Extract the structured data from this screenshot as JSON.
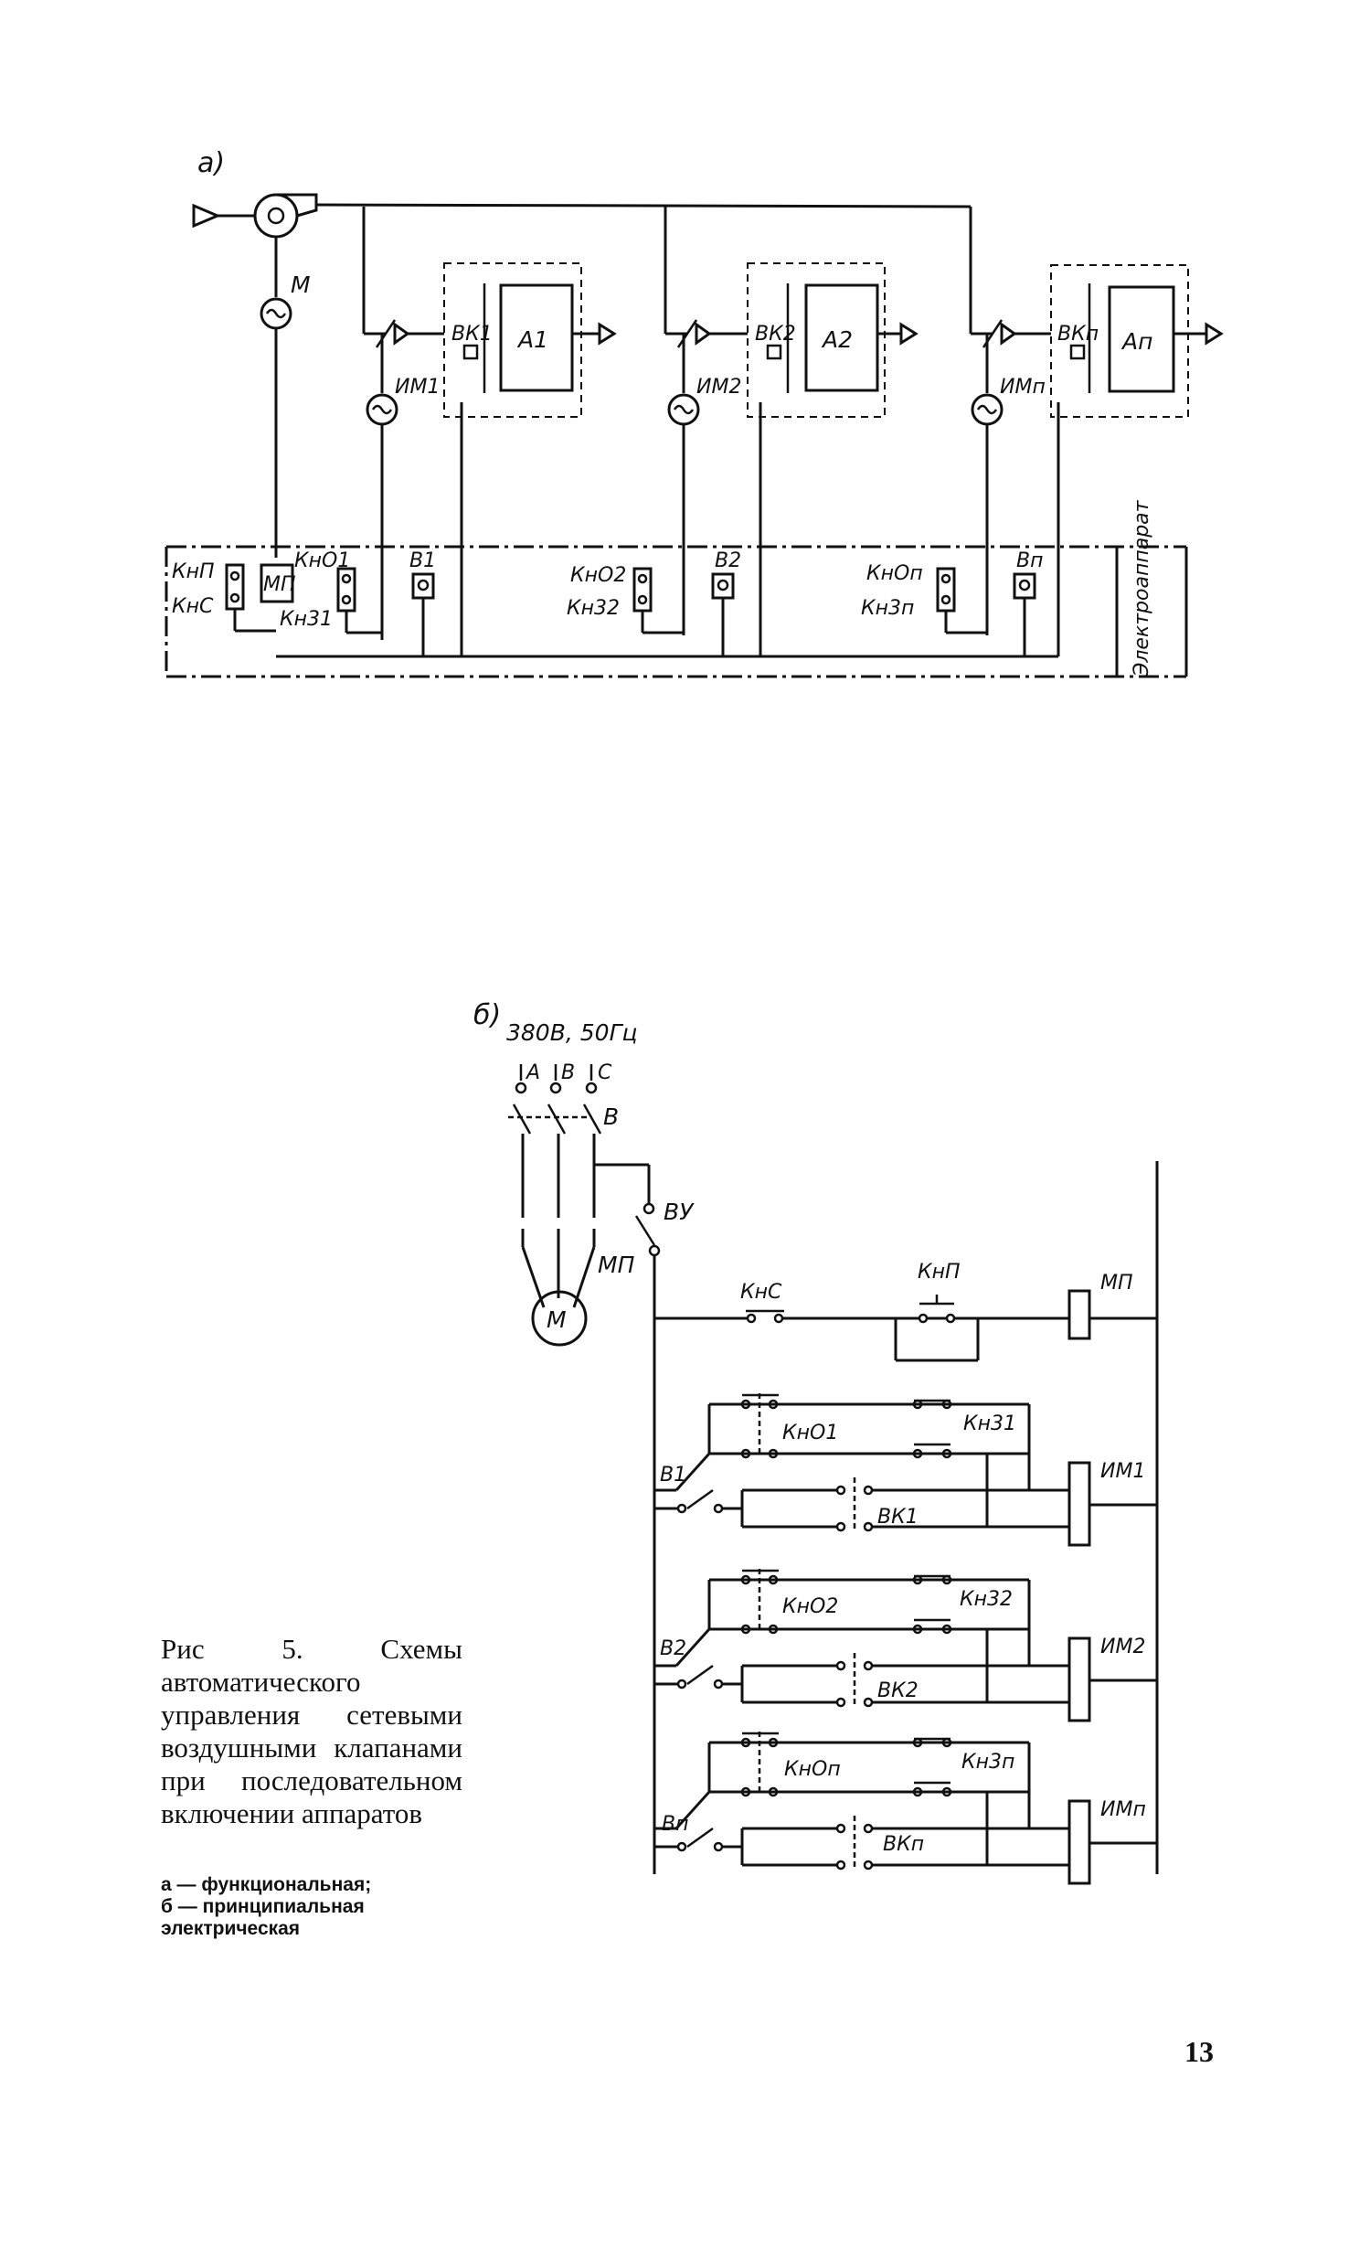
{
  "diagram_a": {
    "panel_label": "а)",
    "motor_label": "М",
    "units": [
      {
        "valve": "ИМ1",
        "switch": "ВК1",
        "apparatus": "А1",
        "switch_v": "В1",
        "btn_open": "КнО1",
        "btn_close": "Кн31"
      },
      {
        "valve": "ИМ2",
        "switch": "ВК2",
        "apparatus": "А2",
        "switch_v": "В2",
        "btn_open": "КнО2",
        "btn_close": "Кн32"
      },
      {
        "valve": "ИМп",
        "switch": "ВКп",
        "apparatus": "Ап",
        "switch_v": "Вп",
        "btn_open": "КнОп",
        "btn_close": "Кн3п"
      }
    ],
    "start_button": "КнП",
    "stop_button": "КнС",
    "starter": "МП",
    "panel_side_label": "Электроаппарат"
  },
  "diagram_b": {
    "panel_label": "б)",
    "supply": "380В, 50Гц",
    "phases": [
      "А",
      "В",
      "С"
    ],
    "breaker": "В",
    "control_switch": "ВУ",
    "starter": "МП",
    "motor": "М",
    "stop_button": "КнС",
    "start_button": "КнП",
    "starter_coil": "МП",
    "rows": [
      {
        "btn_open": "КнО1",
        "btn_close": "Кн31",
        "switch_v": "В1",
        "limit": "ВК1",
        "coil": "ИМ1"
      },
      {
        "btn_open": "КнО2",
        "btn_close": "Кн32",
        "switch_v": "В2",
        "limit": "ВК2",
        "coil": "ИМ2"
      },
      {
        "btn_open": "КнОп",
        "btn_close": "Кн3п",
        "switch_v": "Вп",
        "limit": "ВКп",
        "coil": "ИМп"
      }
    ]
  },
  "caption": "Рис 5. Схемы автоматического управления сетевыми воздушными клапанами при последовательном включении аппаратов",
  "legend": [
    "а — функциональная;",
    "б — принципиальная электрическая"
  ],
  "page_number": "13"
}
